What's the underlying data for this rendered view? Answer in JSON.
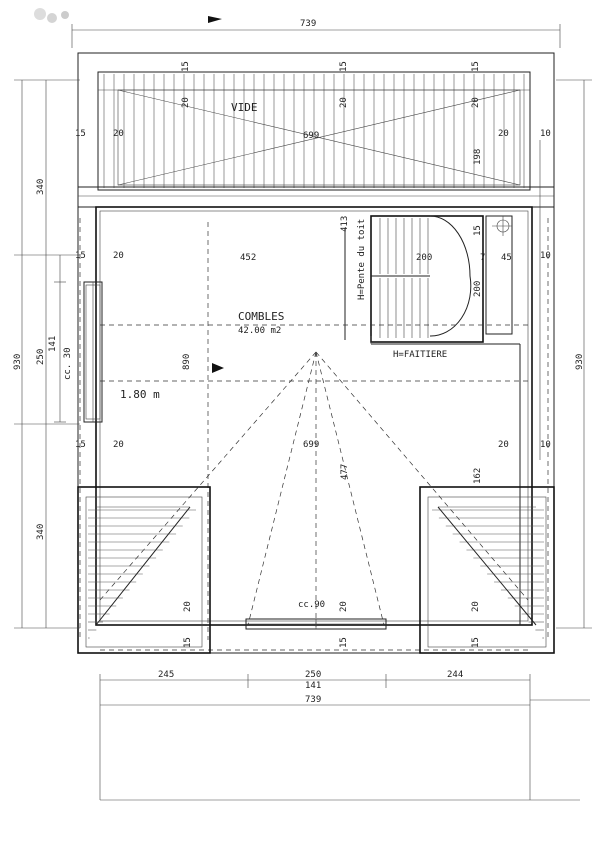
{
  "rooms": {
    "vide": "VIDE",
    "combles": "COMBLES",
    "combles_area": "42.00 m2",
    "height_note": "1.80 m"
  },
  "roof_labels": {
    "pente": "H=Pente du toit",
    "faitiere": "H=FAITIERE"
  },
  "dimensions": {
    "top_total": "739",
    "bottom_total": "739",
    "bottom_segments": [
      "245",
      "250",
      "244"
    ],
    "bottom_mid": "141",
    "left_total": "930",
    "right_total": "930",
    "left_segments": [
      "340",
      "250",
      "340"
    ],
    "left_141": "141",
    "window_left": "cc. 30",
    "window_bottom": "cc.90",
    "inner_width_top": "699",
    "inner_width_mid": "699",
    "width_452": "452",
    "height_890": "890",
    "height_413": "413",
    "height_477": "477",
    "height_198": "198",
    "height_162": "162",
    "stair_200_h": "200",
    "stair_200_v": "200",
    "stair_7": "7",
    "stair_45": "45",
    "stair_15": "15",
    "wall_15": "15",
    "wall_20": "20",
    "wall_10": "10"
  }
}
